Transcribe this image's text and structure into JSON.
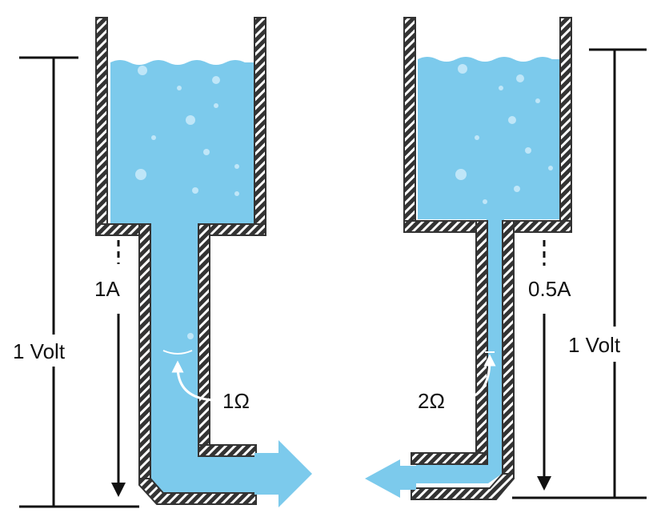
{
  "left_tank": {
    "voltage_label": "1 Volt",
    "current_label": "1A",
    "resistance_label": "1Ω"
  },
  "right_tank": {
    "voltage_label": "1 Volt",
    "current_label": "0.5A",
    "resistance_label": "2Ω"
  },
  "colors": {
    "water": "#7ccaec",
    "wall": "#333333",
    "arrow_flow": "#7ccaec",
    "line": "#111111"
  }
}
